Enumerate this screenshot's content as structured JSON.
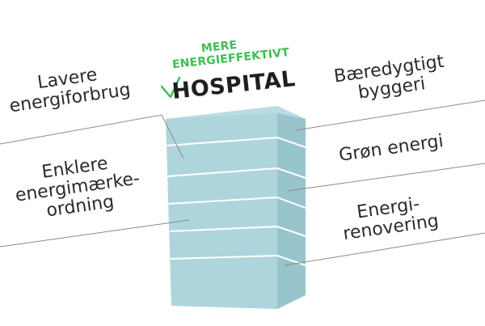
{
  "headline": {
    "kicker_line1": "MERE",
    "kicker_line2": "ENERGIEFFEKTIVT",
    "title": "HOSPITAL"
  },
  "left_labels": [
    {
      "lines": [
        "Lavere",
        "energiforbrug"
      ]
    },
    {
      "lines": [
        "Enklere",
        "energimærke-",
        "ordning"
      ]
    }
  ],
  "right_labels": [
    {
      "lines": [
        "Bæredygtigt",
        "byggeri"
      ]
    },
    {
      "lines": [
        "Grøn energi"
      ]
    },
    {
      "lines": [
        "Energi-",
        "renovering"
      ]
    }
  ],
  "colors": {
    "building_front": "#aed5dc",
    "building_side": "#98c4cc",
    "building_top": "#b9dde3",
    "floor_lines": "#ffffff",
    "leader_lines": "#8a8a8a",
    "accent_green": "#3dbf52",
    "text": "#2b2b2b"
  },
  "icons": {
    "check": "check-mark-icon"
  }
}
